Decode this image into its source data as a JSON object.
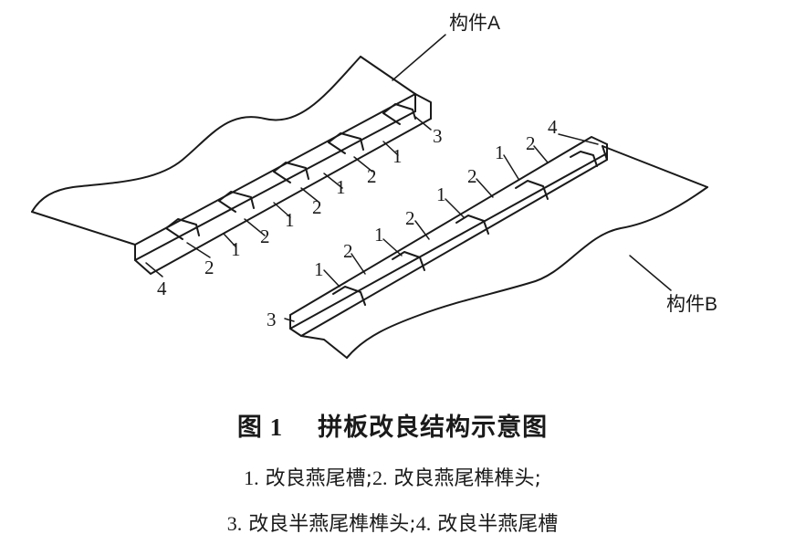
{
  "labels": {
    "component_a": "构件A",
    "component_b": "构件B",
    "n1": "1",
    "n2": "2",
    "n3": "3",
    "n4": "4"
  },
  "caption": {
    "figure_number": "图 1",
    "title": "拼板改良结构示意图",
    "legend": [
      {
        "num": "1.",
        "text": "改良燕尾槽;"
      },
      {
        "num": "2.",
        "text": "改良燕尾榫榫头;"
      },
      {
        "num": "3.",
        "text": "改良半燕尾榫榫头;"
      },
      {
        "num": "4.",
        "text": "改良半燕尾槽"
      }
    ]
  },
  "colors": {
    "ink": "#1a1a1a",
    "background": "#ffffff"
  }
}
